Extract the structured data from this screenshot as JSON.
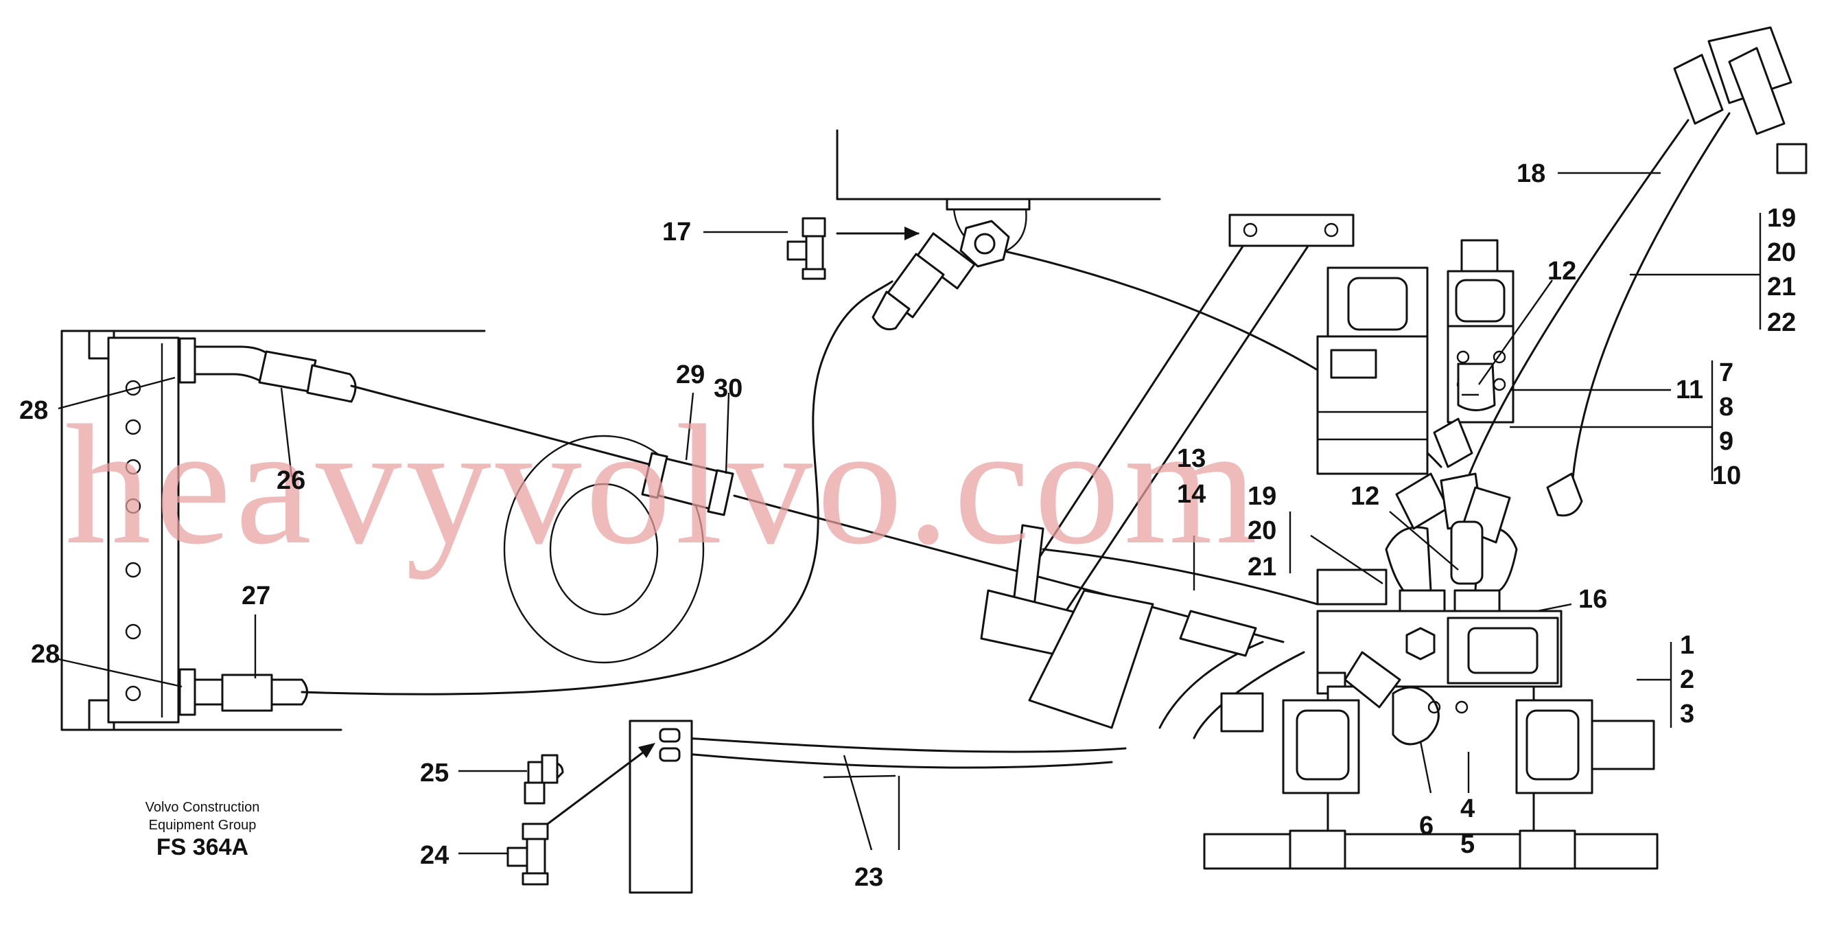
{
  "watermark": "heavyvolvo.com",
  "caption": {
    "line1": "Volvo Construction",
    "line2": "Equipment Group",
    "code": "FS 364A"
  },
  "callouts": [
    {
      "id": "c1",
      "text": "1"
    },
    {
      "id": "c2",
      "text": "2"
    },
    {
      "id": "c3",
      "text": "3"
    },
    {
      "id": "c4",
      "text": "4"
    },
    {
      "id": "c5",
      "text": "5"
    },
    {
      "id": "c6",
      "text": "6"
    },
    {
      "id": "c7",
      "text": "7"
    },
    {
      "id": "c8",
      "text": "8"
    },
    {
      "id": "c9",
      "text": "9"
    },
    {
      "id": "c10",
      "text": "10"
    },
    {
      "id": "c11",
      "text": "11"
    },
    {
      "id": "c12a",
      "text": "12"
    },
    {
      "id": "c12b",
      "text": "12"
    },
    {
      "id": "c13",
      "text": "13"
    },
    {
      "id": "c14",
      "text": "14"
    },
    {
      "id": "c16",
      "text": "16"
    },
    {
      "id": "c17",
      "text": "17"
    },
    {
      "id": "c18",
      "text": "18"
    },
    {
      "id": "c19a",
      "text": "19"
    },
    {
      "id": "c20a",
      "text": "20"
    },
    {
      "id": "c21a",
      "text": "21"
    },
    {
      "id": "c22",
      "text": "22"
    },
    {
      "id": "c19b",
      "text": "19"
    },
    {
      "id": "c20b",
      "text": "20"
    },
    {
      "id": "c21b",
      "text": "21"
    },
    {
      "id": "c23",
      "text": "23"
    },
    {
      "id": "c24",
      "text": "24"
    },
    {
      "id": "c25",
      "text": "25"
    },
    {
      "id": "c26",
      "text": "26"
    },
    {
      "id": "c27",
      "text": "27"
    },
    {
      "id": "c28a",
      "text": "28"
    },
    {
      "id": "c28b",
      "text": "28"
    },
    {
      "id": "c29",
      "text": "29"
    },
    {
      "id": "c30",
      "text": "30"
    }
  ]
}
